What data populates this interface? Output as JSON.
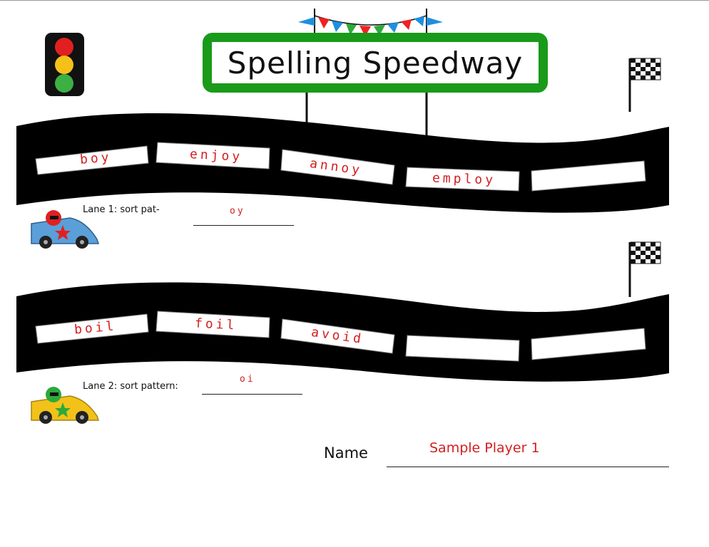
{
  "title": "Spelling Speedway",
  "lane1": {
    "label": "Lane 1: sort pat-",
    "pattern": "oy",
    "words": [
      "boy",
      "enjoy",
      "annoy",
      "employ",
      ""
    ]
  },
  "lane2": {
    "label": "Lane 2: sort pattern:",
    "pattern": "oi",
    "words": [
      "boil",
      "foil",
      "avoid",
      "",
      ""
    ]
  },
  "name_label": "Name",
  "name_value": "Sample Player 1",
  "colors": {
    "accent_green": "#1a9a1a",
    "ink_red": "#d42020",
    "road": "#000000",
    "car1": "#5a9fd8",
    "car2": "#f2c21a"
  },
  "icons": [
    "traffic-light-icon",
    "checkered-flag-icon",
    "race-car-icon",
    "bunting-icon"
  ]
}
